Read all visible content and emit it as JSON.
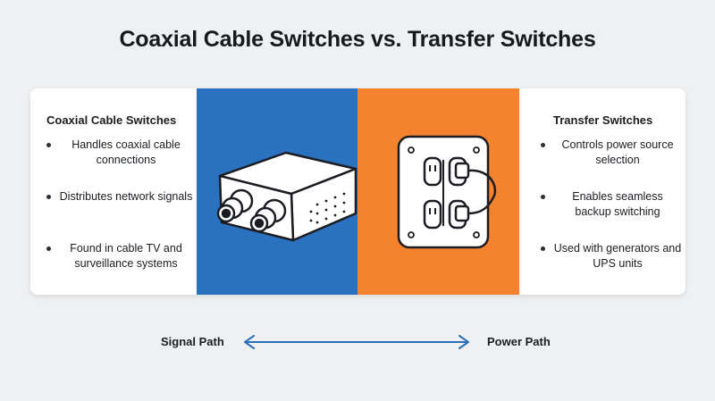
{
  "title": "Coaxial Cable Switches vs. Transfer Switches",
  "left": {
    "heading": "Coaxial Cable Switches",
    "bullets": [
      "Handles coaxial cable connections",
      "Distributes network signals",
      "Found in cable TV and surveillance systems"
    ]
  },
  "right": {
    "heading": "Transfer Switches",
    "bullets": [
      "Controls power source selection",
      "Enables seamless backup switching",
      "Used with generators and UPS units"
    ]
  },
  "footer": {
    "left_label": "Signal Path",
    "right_label": "Power Path"
  },
  "colors": {
    "blue_panel": "#2a72bf",
    "orange_panel": "#f4822f",
    "arrow": "#2a6fb8"
  },
  "icons": {
    "left_device": "coaxial-switch-box-icon",
    "right_device": "transfer-switch-outlet-icon",
    "arrow": "double-headed-arrow-icon"
  }
}
